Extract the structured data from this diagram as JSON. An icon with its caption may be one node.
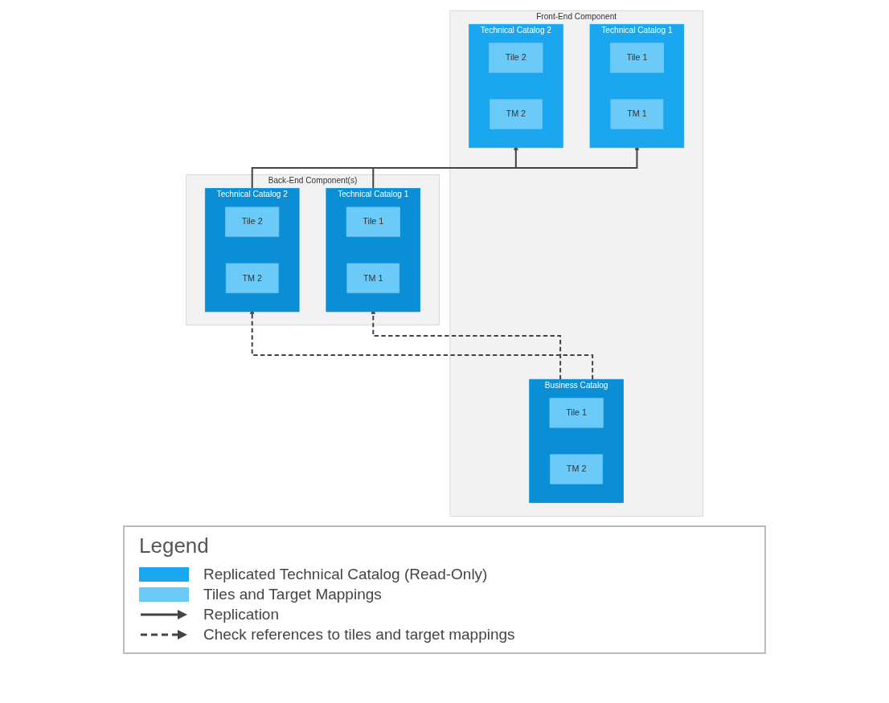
{
  "diagram": {
    "nodes": [
      {
        "text": [
          "Front-End Component"
        ]
      },
      {
        "text": [
          "Business Catalog"
        ],
        "in": 0
      },
      {
        "text": [
          "Tile 1"
        ],
        "in": 1
      },
      {
        "text": [
          "TM 2"
        ],
        "in": 1
      },
      {
        "text": [
          "Technical Catalog 1"
        ],
        "in": 0
      },
      {
        "text": [
          "Tile 1"
        ],
        "in": 4
      },
      {
        "text": [
          "TM 1"
        ],
        "in": 4
      },
      {
        "text": [
          "Technical Catalog 2"
        ],
        "in": 0
      },
      {
        "text": [
          "Tile 2"
        ],
        "in": 7
      },
      {
        "text": [
          "TM 2"
        ],
        "in": 7
      },
      {
        "text": [
          "Back-End Component(s)"
        ]
      },
      {
        "text": [
          "Technical Catalog 1"
        ],
        "in": 10
      },
      {
        "text": [
          "Tile 1"
        ],
        "in": 11
      },
      {
        "text": [
          "TM 1"
        ],
        "in": 11
      },
      {
        "text": [
          "Technical Catalog 2"
        ],
        "in": 10
      },
      {
        "text": [
          "Tile 2"
        ],
        "in": 14
      },
      {
        "text": [
          "TM 2"
        ],
        "in": 14
      }
    ],
    "edges": [
      {
        "from": 11,
        "to": 4,
        "arrow": "to"
      },
      {
        "from": 14,
        "to": 7,
        "arrow": "to"
      },
      {
        "from": 1,
        "to": 11,
        "arrow": "to",
        "style": "dashed"
      },
      {
        "from": 1,
        "to": 14,
        "arrow": "to",
        "style": "dashed"
      }
    ],
    "labels": [
      "Legend"
    ],
    "legend": [
      {
        "text": "Replicated Technical Catalog (Read-Only)",
        "color": "#1aa7f0"
      },
      {
        "text": "Tiles and Target Mappings",
        "color": "#6ccaf8"
      },
      {
        "text": "Replication"
      },
      {
        "text": "Check references to tiles and target mappings"
      }
    ]
  }
}
